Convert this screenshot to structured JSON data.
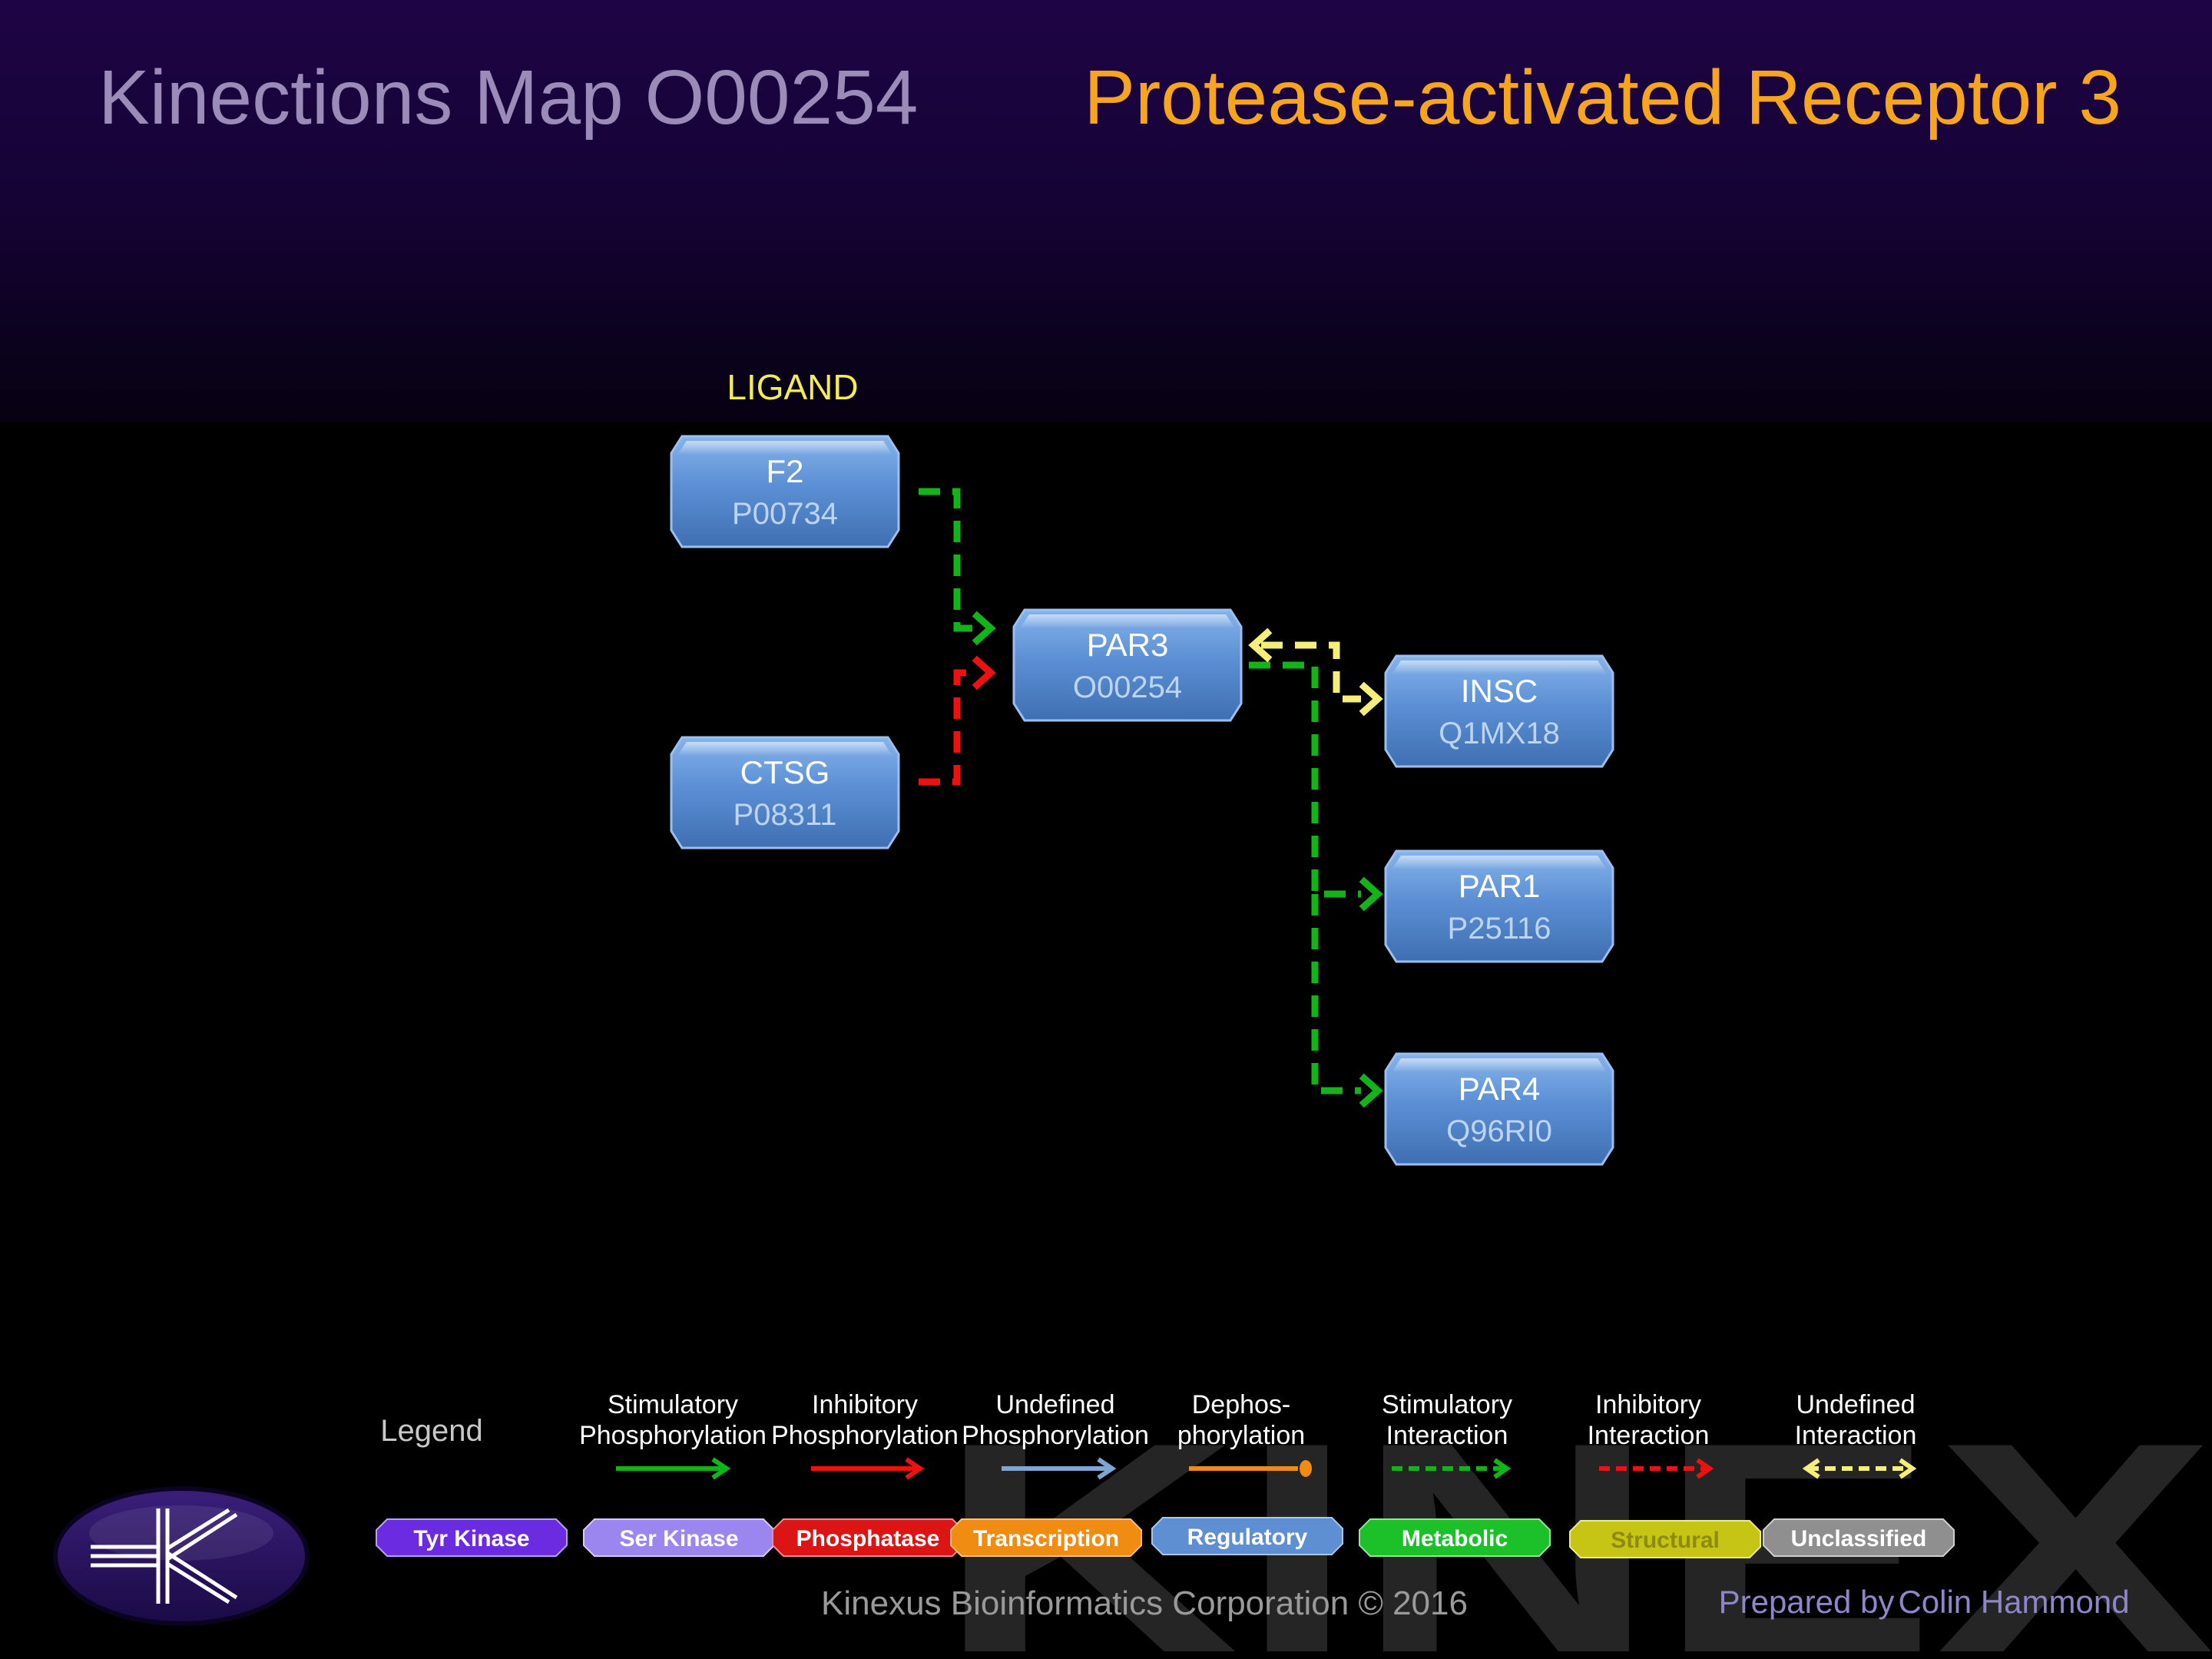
{
  "header": {
    "map_title": "Kinections Map O00254",
    "protein_name": "Protease-activated Receptor 3"
  },
  "diagram": {
    "group_label": "LIGAND",
    "nodes": [
      {
        "id": "f2",
        "name": "F2",
        "accession": "P00734"
      },
      {
        "id": "ctsg",
        "name": "CTSG",
        "accession": "P08311"
      },
      {
        "id": "par3",
        "name": "PAR3",
        "accession": "O00254"
      },
      {
        "id": "insc",
        "name": "INSC",
        "accession": "Q1MX18"
      },
      {
        "id": "par1",
        "name": "PAR1",
        "accession": "P25116"
      },
      {
        "id": "par4",
        "name": "PAR4",
        "accession": "Q96RI0"
      }
    ],
    "edges": [
      {
        "from": "F2",
        "to": "PAR3",
        "type": "Stimulatory Interaction"
      },
      {
        "from": "CTSG",
        "to": "PAR3",
        "type": "Inhibitory Interaction"
      },
      {
        "from": "PAR3",
        "to": "INSC",
        "type": "Undefined Interaction"
      },
      {
        "from": "PAR3",
        "to": "PAR1",
        "type": "Stimulatory Interaction"
      },
      {
        "from": "PAR3",
        "to": "PAR4",
        "type": "Stimulatory Interaction"
      }
    ]
  },
  "legend": {
    "title": "Legend",
    "edge_types": [
      {
        "line1": "Stimulatory",
        "line2": "Phosphorylation",
        "color": "#12b41a"
      },
      {
        "line1": "Inhibitory",
        "line2": "Phosphorylation",
        "color": "#ee1111"
      },
      {
        "line1": "Undefined",
        "line2": "Phosphorylation",
        "color": "#7ea6d4"
      },
      {
        "line1": "Dephos-",
        "line2": "phorylation",
        "color": "#f08c12"
      },
      {
        "line1": "Stimulatory",
        "line2": "Interaction",
        "color": "#12b41a"
      },
      {
        "line1": "Inhibitory",
        "line2": "Interaction",
        "color": "#ee1111"
      },
      {
        "line1": "Undefined",
        "line2": "Interaction",
        "color": "#f5ef7a"
      }
    ],
    "node_types": [
      {
        "label": "Tyr Kinase",
        "color": "#6b2be0"
      },
      {
        "label": "Ser Kinase",
        "color": "#9a86ee"
      },
      {
        "label": "Phosphatase",
        "color": "#dd1414"
      },
      {
        "label": "Transcription",
        "color": "#f08c12"
      },
      {
        "label": "Regulatory",
        "color": "#5d8fd2"
      },
      {
        "label": "Metabolic",
        "color": "#1cc12a"
      },
      {
        "label": "Structural",
        "color": "#c6c414"
      },
      {
        "label": "Unclassified",
        "color": "#8f8f8f"
      }
    ]
  },
  "footer": {
    "watermark": "KINEXUS",
    "copyright": "Kinexus Bioinformatics Corporation © 2016",
    "prepared_label": "Prepared by",
    "prepared_name": "Colin Hammond"
  },
  "colors": {
    "node_fill": "#5b8fd4",
    "stimulatory": "#12b41a",
    "inhibitory": "#ee1111",
    "undefined": "#f5ef7a",
    "ligand_label": "#f3ec55",
    "protein_name": "#f7a51c",
    "map_title": "#9a8bb8"
  }
}
